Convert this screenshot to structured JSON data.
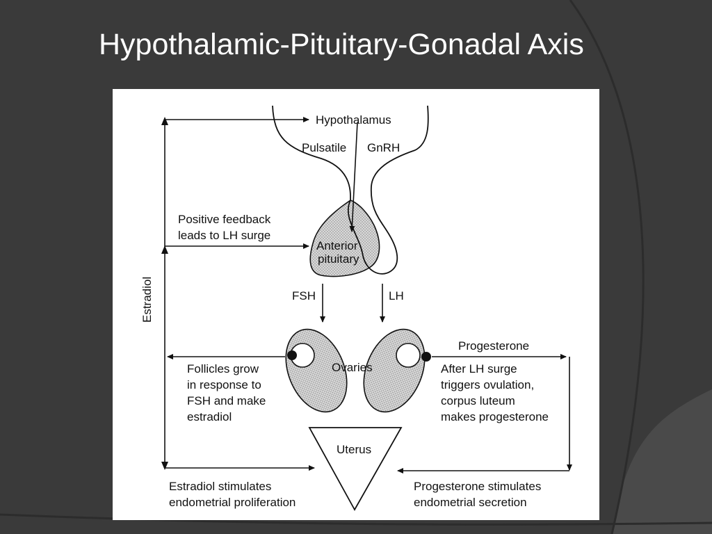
{
  "slide": {
    "title": "Hypothalamic-Pituitary-Gonadal Axis"
  },
  "diagram": {
    "hypothalamus": "Hypothalamus",
    "pulsatile": "Pulsatile",
    "gnrh": "GnRH",
    "anterior_pituitary": [
      "Anterior",
      "pituitary"
    ],
    "fsh": "FSH",
    "lh": "LH",
    "ovaries": "Ovaries",
    "uterus": "Uterus",
    "estradiol": "Estradiol",
    "positive_feedback": [
      "Positive feedback",
      "leads to LH surge"
    ],
    "follicles": [
      "Follicles grow",
      "in response to",
      "FSH and make",
      "estradiol"
    ],
    "progesterone": "Progesterone",
    "after_lh_surge": [
      "After LH surge",
      "triggers ovulation,",
      "corpus luteum",
      "makes progesterone"
    ],
    "estradiol_stimulates": [
      "Estradiol stimulates",
      "endometrial proliferation"
    ],
    "progesterone_stimulates": [
      "Progesterone stimulates",
      "endometrial secretion"
    ]
  },
  "colors": {
    "background": "#3a3a3a",
    "background_shape_light": "#4a4a4a",
    "background_shape_dark": "#2c2c2c",
    "title_text": "#ffffff",
    "panel": "#ffffff",
    "ink": "#111111",
    "gland_fill": "#c9c9c9"
  }
}
